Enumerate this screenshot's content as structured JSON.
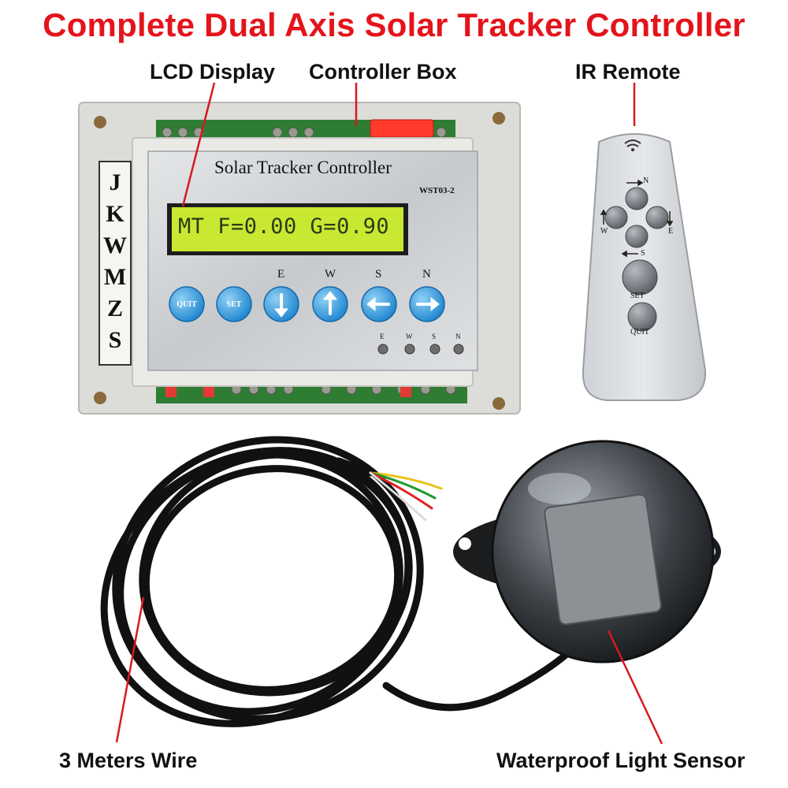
{
  "title": "Complete Dual Axis Solar Tracker Controller",
  "callouts": {
    "lcd": "LCD Display",
    "box": "Controller Box",
    "remote": "IR Remote",
    "wire": "3 Meters Wire",
    "sensor": "Waterproof Light Sensor"
  },
  "controller": {
    "panel_title": "Solar Tracker Controller",
    "model": "WST03-2",
    "brand_letters": [
      "S",
      "Z",
      "M",
      "W",
      "K",
      "J"
    ],
    "lcd_text": "MT F=0.00 G=0.90",
    "buttons": [
      "QUIT",
      "SET",
      "",
      "",
      "",
      ""
    ],
    "button_dir_labels": [
      "E",
      "W",
      "S",
      "N"
    ],
    "leds": [
      "E",
      "W",
      "S",
      "N"
    ]
  },
  "remote": {
    "labels": {
      "n": "N",
      "w": "W",
      "e": "E",
      "s": "S",
      "set": "SET",
      "quit": "QUIT"
    }
  },
  "colors": {
    "title_red": "#e4141b",
    "lcd_green": "#c9e832",
    "button_blue": "#3fa3e0",
    "box_gray": "#e6e6e3"
  }
}
